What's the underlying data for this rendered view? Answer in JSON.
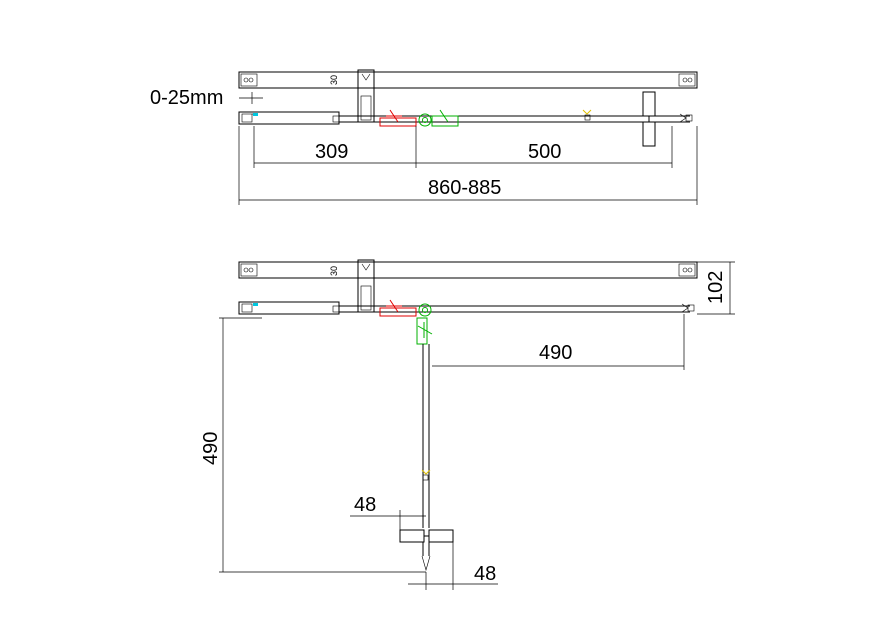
{
  "labels": {
    "gap_range": "0-25mm",
    "seg_left": "309",
    "seg_right": "500",
    "overall_width": "860-885",
    "profile_30_top": "30",
    "profile_30_bottom": "30",
    "depth_right": "102",
    "arm_length_h": "490",
    "arm_length_v": "490",
    "handle_left": "48",
    "handle_right": "48"
  },
  "colors": {
    "red_part": "#e00000",
    "green_part": "#00b000",
    "cyan_part": "#00c8e0",
    "yellow_part": "#e0c000"
  }
}
